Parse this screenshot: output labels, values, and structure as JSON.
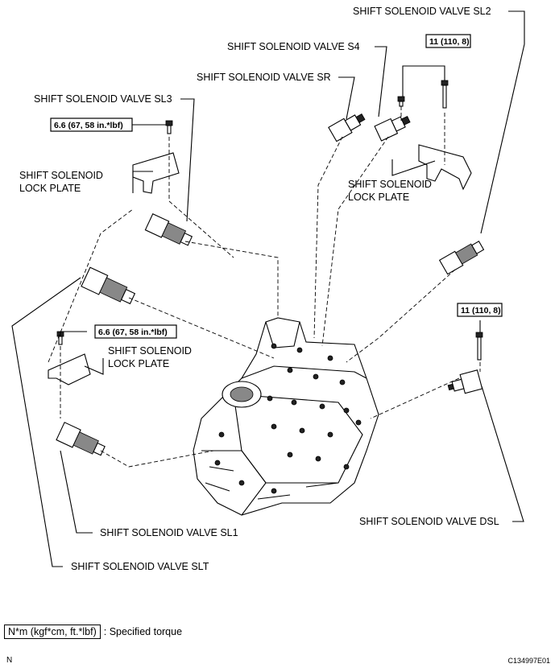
{
  "labels": {
    "sl2": "SHIFT SOLENOID VALVE SL2",
    "s4": "SHIFT SOLENOID VALVE S4",
    "sr": "SHIFT SOLENOID VALVE SR",
    "sl3": "SHIFT SOLENOID VALVE SL3",
    "lock_plate_left_1": "SHIFT SOLENOID",
    "lock_plate_left_2": "LOCK PLATE",
    "lock_plate_right_1": "SHIFT SOLENOID",
    "lock_plate_right_2": "LOCK PLATE",
    "lock_plate_lower_1": "SHIFT SOLENOID",
    "lock_plate_lower_2": "LOCK PLATE",
    "dsl": "SHIFT SOLENOID VALVE DSL",
    "sl1": "SHIFT SOLENOID VALVE SL1",
    "slt": "SHIFT SOLENOID VALVE SLT"
  },
  "torques": {
    "top_right": "11 (110, 8)",
    "upper_left": "6.6 (67, 58 in.*lbf)",
    "lower_left": "6.6 (67, 58 in.*lbf)",
    "right": "11 (110, 8)"
  },
  "legend": {
    "unit": "N*m (kgf*cm, ft.*lbf)",
    "text": ": Specified torque"
  },
  "footer": {
    "corner": "N",
    "image_id": "C134997E01"
  }
}
